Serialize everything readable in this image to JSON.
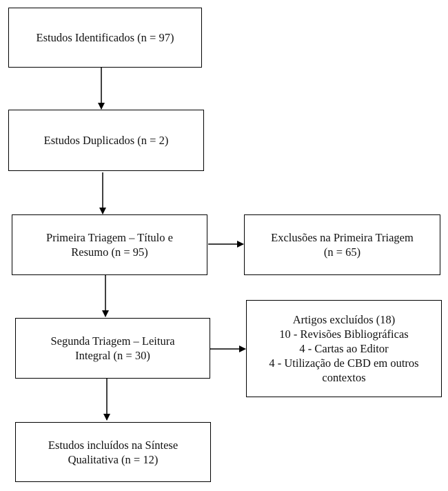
{
  "boxes": {
    "identified": {
      "lines": [
        "Estudos Identificados (n = 97)"
      ]
    },
    "duplicates": {
      "lines": [
        "Estudos Duplicados (n = 2)"
      ]
    },
    "first_screening": {
      "lines": [
        "Primeira Triagem – Título e",
        "Resumo (n = 95)"
      ]
    },
    "first_exclusions": {
      "lines": [
        "Exclusões na Primeira Triagem",
        "(n = 65)"
      ]
    },
    "second_screening": {
      "lines": [
        "Segunda Triagem – Leitura",
        "Integral (n = 30)"
      ]
    },
    "excluded_articles": {
      "lines": [
        "Artigos excluídos (18)",
        "10 - Revisões Bibliográficas",
        "4 - Cartas ao Editor",
        "4 - Utilização de CBD em outros",
        "contextos"
      ]
    },
    "included": {
      "lines": [
        "Estudos incluídos na Síntese",
        "Qualitativa (n = 12)"
      ]
    }
  }
}
